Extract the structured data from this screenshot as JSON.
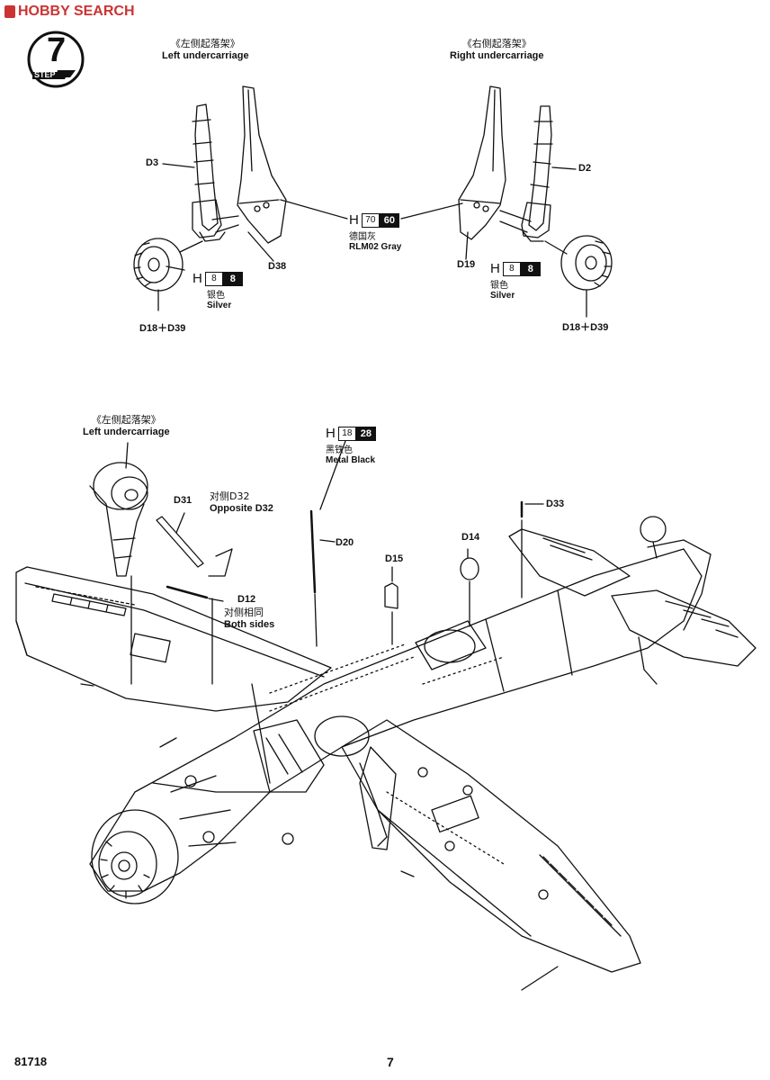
{
  "header": {
    "watermark": "HOBBY SEARCH"
  },
  "step": {
    "label": "STEP",
    "number": "7"
  },
  "footer": {
    "kit_number": "81718",
    "page_number": "7"
  },
  "left_gear": {
    "zh": "《左侧起落架》",
    "en": "Left undercarriage"
  },
  "right_gear": {
    "zh": "《右侧起落架》",
    "en": "Right undercarriage"
  },
  "left_gear_lower": {
    "zh": "《左侧起落架》",
    "en": "Left undercarriage"
  },
  "parts": {
    "d3": "D3",
    "d2": "D2",
    "d38": "D38",
    "d19": "D19",
    "d18_d39_left": "D18＋D39",
    "d18_d39_right": "D18＋D39",
    "d31": "D31",
    "d12": "D12",
    "d20": "D20",
    "d15": "D15",
    "d14": "D14",
    "d33": "D33"
  },
  "notes": {
    "opposite_zh": "对侧D32",
    "opposite_en": "Opposite D32",
    "both_zh": "对侧相同",
    "both_en": "Both sides"
  },
  "paints": {
    "gray": {
      "h": "H",
      "code": "70",
      "code2": "60",
      "zh": "德国灰",
      "en": "RLM02 Gray"
    },
    "silver_left": {
      "h": "H",
      "code": "8",
      "code2": "8",
      "zh": "银色",
      "en": "Silver"
    },
    "silver_right": {
      "h": "H",
      "code": "8",
      "code2": "8",
      "zh": "银色",
      "en": "Silver"
    },
    "black": {
      "h": "H",
      "code": "18",
      "code2": "28",
      "zh": "黑铁色",
      "en": "Metal  Black"
    }
  }
}
